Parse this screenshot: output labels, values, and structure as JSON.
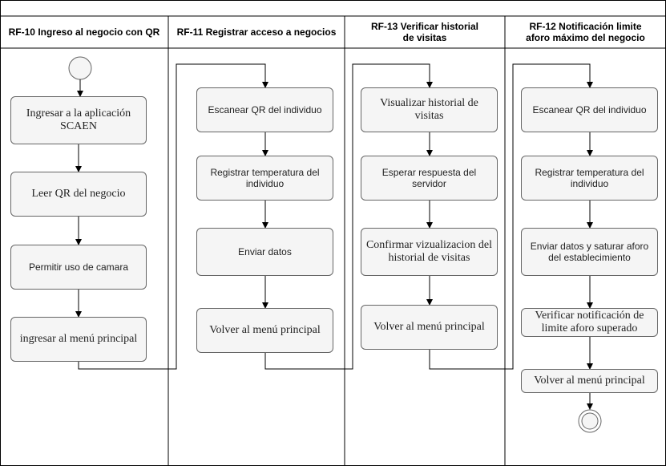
{
  "lanes": [
    {
      "title": "RF-10 Ingreso al negocio con QR"
    },
    {
      "title": "RF-11 Registrar acceso a negocios"
    },
    {
      "title": "RF-13 Verificar historial de visitas"
    },
    {
      "title": "RF-12 Notificación limite aforo máximo del negocio"
    }
  ],
  "lane1": {
    "step1": "Ingresar a la aplicación SCAEN",
    "step2": "Leer QR del negocio",
    "step3": "Permitir uso de camara",
    "step4": "ingresar al menú principal"
  },
  "lane2": {
    "step1": "Escanear QR del individuo",
    "step2": "Registrar temperatura del individuo",
    "step3": "Enviar datos",
    "step4": "Volver al menú principal"
  },
  "lane3": {
    "step1": "Visualizar historial de visitas",
    "step2": "Esperar respuesta del servidor",
    "step3": "Confirmar vizualizacion del historial de visitas",
    "step4": "Volver al menú principal"
  },
  "lane4": {
    "step1": "Escanear QR del individuo",
    "step2": "Registrar temperatura del individuo",
    "step3": "Enviar datos y saturar aforo del establecimiento",
    "step4": "Verificar notificación de limite aforo superado",
    "step5": "Volver al menú principal"
  },
  "colors": {
    "line": "#000000",
    "node_fill": "#f5f5f5",
    "node_border": "#666666",
    "grid": "#000000"
  }
}
